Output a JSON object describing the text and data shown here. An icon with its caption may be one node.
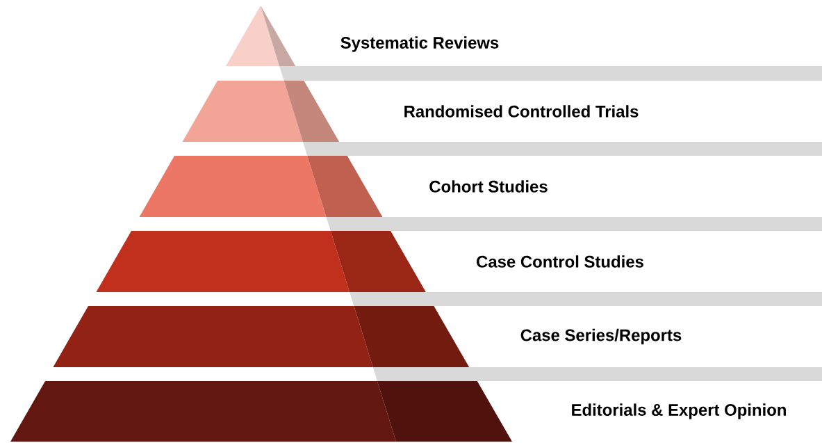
{
  "diagram": {
    "nodes": [
      {
        "text": [],
        "shape": "triangle",
        "beside": [
          "Systematic Reviews"
        ]
      },
      {
        "text": [],
        "shape": "trapezoid",
        "beside": [
          "Randomised Controlled Trials"
        ]
      },
      {
        "text": [],
        "shape": "trapezoid",
        "beside": [
          "Cohort Studies"
        ]
      },
      {
        "text": [],
        "shape": "trapezoid",
        "beside": [
          "Case Control Studies"
        ]
      },
      {
        "text": [],
        "shape": "trapezoid",
        "beside": [
          "Case Series/Reports"
        ]
      },
      {
        "text": [],
        "shape": "trapezoid",
        "beside": [
          "Editorials & Expert Opinion"
        ]
      }
    ]
  }
}
